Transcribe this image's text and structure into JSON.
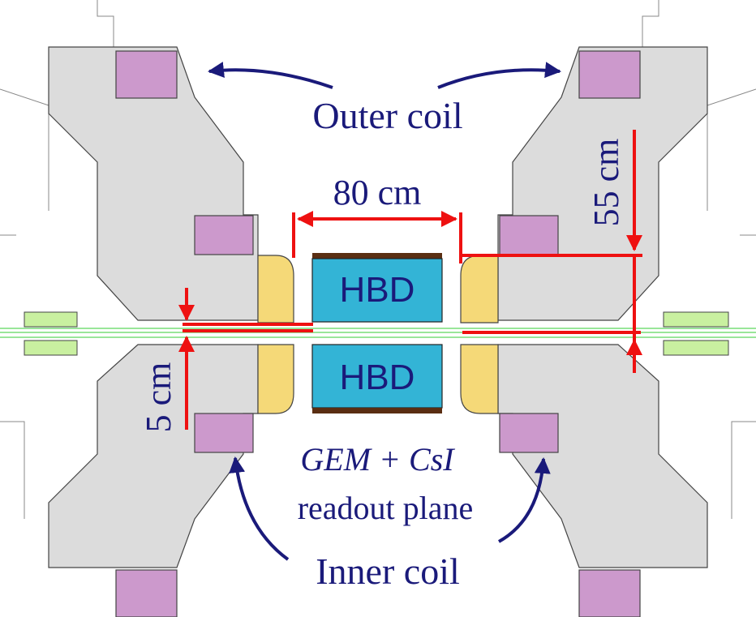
{
  "labels": {
    "outer_coil": "Outer coil",
    "inner_coil": "Inner coil",
    "hbd_top": "HBD",
    "hbd_bottom": "HBD",
    "readout_line1": "GEM + CsI",
    "readout_line2": "readout plane",
    "dim_80": "80 cm",
    "dim_55": "55 cm",
    "dim_5": "5 cm"
  },
  "colors": {
    "magnet_yoke": "#dcdcdc",
    "coil": "#cc99cc",
    "pole_tip": "#f5d978",
    "hbd_box": "#33b4d6",
    "hbd_plate": "#5a2e12",
    "beam_pipe_support": "#c9f0a0",
    "beam_line": "#33cc33",
    "dimension": "#ee1111",
    "annotation": "#1a1a7a",
    "outline": "#444444"
  }
}
